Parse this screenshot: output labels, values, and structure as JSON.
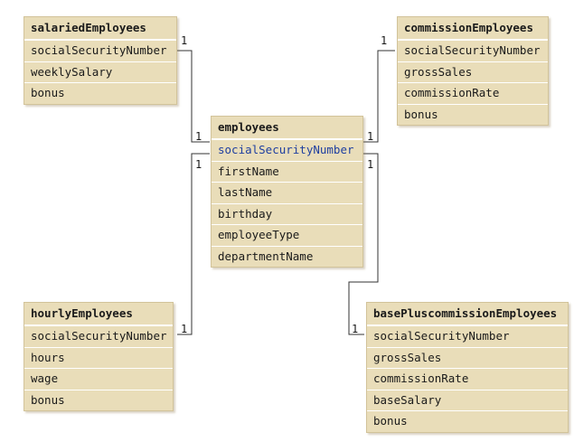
{
  "tables": {
    "salaried": {
      "name": "salariedEmployees",
      "fields": [
        "socialSecurityNumber",
        "weeklySalary",
        "bonus"
      ]
    },
    "commission": {
      "name": "commissionEmployees",
      "fields": [
        "socialSecurityNumber",
        "grossSales",
        "commissionRate",
        "bonus"
      ]
    },
    "employees": {
      "name": "employees",
      "fields": [
        "socialSecurityNumber",
        "firstName",
        "lastName",
        "birthday",
        "employeeType",
        "departmentName"
      ]
    },
    "hourly": {
      "name": "hourlyEmployees",
      "fields": [
        "socialSecurityNumber",
        "hours",
        "wage",
        "bonus"
      ]
    },
    "basePlus": {
      "name": "basePluscommissionEmployees",
      "fields": [
        "socialSecurityNumber",
        "grossSales",
        "commissionRate",
        "baseSalary",
        "bonus"
      ]
    }
  },
  "cardinality": "1"
}
